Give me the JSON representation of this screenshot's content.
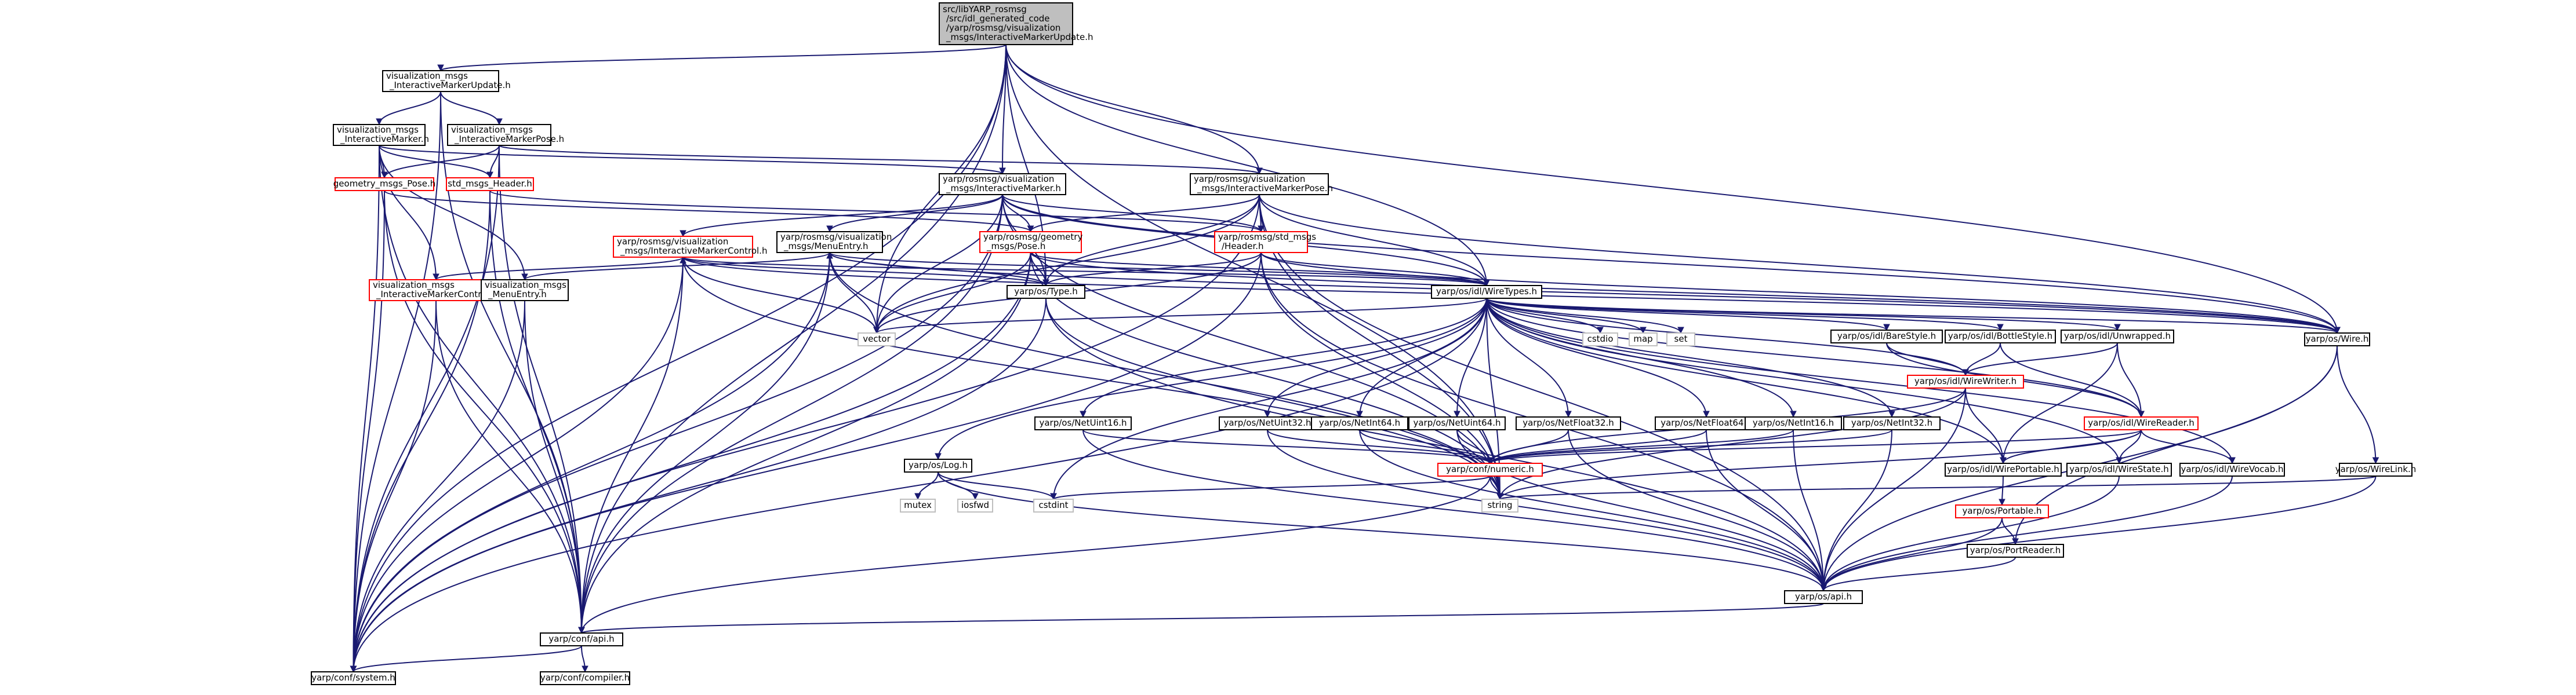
{
  "diagram": {
    "title": "",
    "nodes": [
      {
        "id": "root",
        "style": "root",
        "lines": [
          "src/libYARP_rosmsg",
          "/src/idl_generated_code",
          "/yarp/rosmsg/visualization",
          "_msgs/InteractiveMarkerUpdate.h"
        ]
      },
      {
        "id": "vm_imu",
        "style": "black",
        "lines": [
          "visualization_msgs",
          "_InteractiveMarkerUpdate.h"
        ]
      },
      {
        "id": "vm_im",
        "style": "black",
        "lines": [
          "visualization_msgs",
          "_InteractiveMarker.h"
        ]
      },
      {
        "id": "vm_imp",
        "style": "black",
        "lines": [
          "visualization_msgs",
          "_InteractiveMarkerPose.h"
        ]
      },
      {
        "id": "gm_pose",
        "style": "red",
        "lines": [
          "geometry_msgs_Pose.h"
        ]
      },
      {
        "id": "std_header",
        "style": "red",
        "lines": [
          "std_msgs_Header.h"
        ]
      },
      {
        "id": "yr_im",
        "style": "black",
        "lines": [
          "yarp/rosmsg/visualization",
          "_msgs/InteractiveMarker.h"
        ]
      },
      {
        "id": "yr_imp",
        "style": "black",
        "lines": [
          "yarp/rosmsg/visualization",
          "_msgs/InteractiveMarkerPose.h"
        ]
      },
      {
        "id": "yr_imc",
        "style": "red",
        "lines": [
          "yarp/rosmsg/visualization",
          "_msgs/InteractiveMarkerControl.h"
        ]
      },
      {
        "id": "yr_me",
        "style": "black",
        "lines": [
          "yarp/rosmsg/visualization",
          "_msgs/MenuEntry.h"
        ]
      },
      {
        "id": "yr_gpose",
        "style": "red",
        "lines": [
          "yarp/rosmsg/geometry",
          "_msgs/Pose.h"
        ]
      },
      {
        "id": "yr_header",
        "style": "red",
        "lines": [
          "yarp/rosmsg/std_msgs",
          "/Header.h"
        ]
      },
      {
        "id": "vm_imc",
        "style": "red",
        "lines": [
          "visualization_msgs",
          "_InteractiveMarkerControl.h"
        ]
      },
      {
        "id": "vm_me",
        "style": "black",
        "lines": [
          "visualization_msgs",
          "_MenuEntry.h"
        ]
      },
      {
        "id": "type",
        "style": "black",
        "lines": [
          "yarp/os/Type.h"
        ]
      },
      {
        "id": "wiretypes",
        "style": "black",
        "lines": [
          "yarp/os/idl/WireTypes.h"
        ]
      },
      {
        "id": "vector",
        "style": "gray",
        "lines": [
          "vector"
        ]
      },
      {
        "id": "cstdio",
        "style": "gray",
        "lines": [
          "cstdio"
        ]
      },
      {
        "id": "map",
        "style": "gray",
        "lines": [
          "map"
        ]
      },
      {
        "id": "set",
        "style": "gray",
        "lines": [
          "set"
        ]
      },
      {
        "id": "barestyle",
        "style": "black",
        "lines": [
          "yarp/os/idl/BareStyle.h"
        ]
      },
      {
        "id": "bottlestyle",
        "style": "black",
        "lines": [
          "yarp/os/idl/BottleStyle.h"
        ]
      },
      {
        "id": "unwrapped",
        "style": "black",
        "lines": [
          "yarp/os/idl/Unwrapped.h"
        ]
      },
      {
        "id": "wire",
        "style": "black",
        "lines": [
          "yarp/os/Wire.h"
        ]
      },
      {
        "id": "wirewriter",
        "style": "red",
        "lines": [
          "yarp/os/idl/WireWriter.h"
        ]
      },
      {
        "id": "wirereader",
        "style": "red",
        "lines": [
          "yarp/os/idl/WireReader.h"
        ]
      },
      {
        "id": "wireportable",
        "style": "black",
        "lines": [
          "yarp/os/idl/WirePortable.h"
        ]
      },
      {
        "id": "wirestate",
        "style": "black",
        "lines": [
          "yarp/os/idl/WireState.h"
        ]
      },
      {
        "id": "wirevocab",
        "style": "black",
        "lines": [
          "yarp/os/idl/WireVocab.h"
        ]
      },
      {
        "id": "wirelink",
        "style": "black",
        "lines": [
          "yarp/os/WireLink.h"
        ]
      },
      {
        "id": "portable",
        "style": "red",
        "lines": [
          "yarp/os/Portable.h"
        ]
      },
      {
        "id": "portreader",
        "style": "black",
        "lines": [
          "yarp/os/PortReader.h"
        ]
      },
      {
        "id": "netuint16",
        "style": "black",
        "lines": [
          "yarp/os/NetUint16.h"
        ]
      },
      {
        "id": "netuint32",
        "style": "black",
        "lines": [
          "yarp/os/NetUint32.h"
        ]
      },
      {
        "id": "netint64",
        "style": "black",
        "lines": [
          "yarp/os/NetInt64.h"
        ]
      },
      {
        "id": "netuint64",
        "style": "black",
        "lines": [
          "yarp/os/NetUint64.h"
        ]
      },
      {
        "id": "netfloat32",
        "style": "black",
        "lines": [
          "yarp/os/NetFloat32.h"
        ]
      },
      {
        "id": "netfloat64",
        "style": "black",
        "lines": [
          "yarp/os/NetFloat64.h"
        ]
      },
      {
        "id": "netint16",
        "style": "black",
        "lines": [
          "yarp/os/NetInt16.h"
        ]
      },
      {
        "id": "netint32",
        "style": "black",
        "lines": [
          "yarp/os/NetInt32.h"
        ]
      },
      {
        "id": "numeric",
        "style": "red",
        "lines": [
          "yarp/conf/numeric.h"
        ]
      },
      {
        "id": "log",
        "style": "black",
        "lines": [
          "yarp/os/Log.h"
        ]
      },
      {
        "id": "mutex",
        "style": "gray",
        "lines": [
          "mutex"
        ]
      },
      {
        "id": "iosfwd",
        "style": "gray",
        "lines": [
          "iosfwd"
        ]
      },
      {
        "id": "cstdint",
        "style": "gray",
        "lines": [
          "cstdint"
        ]
      },
      {
        "id": "string",
        "style": "gray",
        "lines": [
          "string"
        ]
      },
      {
        "id": "osapi",
        "style": "black",
        "lines": [
          "yarp/os/api.h"
        ]
      },
      {
        "id": "confapi",
        "style": "black",
        "lines": [
          "yarp/conf/api.h"
        ]
      },
      {
        "id": "system",
        "style": "black",
        "lines": [
          "yarp/conf/system.h"
        ]
      },
      {
        "id": "compiler",
        "style": "black",
        "lines": [
          "yarp/conf/compiler.h"
        ]
      }
    ],
    "edges": [
      [
        "root",
        "vm_imu"
      ],
      [
        "root",
        "yr_im"
      ],
      [
        "root",
        "yr_imp"
      ],
      [
        "root",
        "type"
      ],
      [
        "root",
        "wiretypes"
      ],
      [
        "root",
        "wire"
      ],
      [
        "root",
        "vector"
      ],
      [
        "root",
        "string"
      ],
      [
        "root",
        "confapi"
      ],
      [
        "root",
        "system"
      ],
      [
        "vm_imu",
        "vm_im"
      ],
      [
        "vm_imu",
        "vm_imp"
      ],
      [
        "vm_imu",
        "confapi"
      ],
      [
        "vm_imu",
        "system"
      ],
      [
        "vm_im",
        "gm_pose"
      ],
      [
        "vm_im",
        "std_header"
      ],
      [
        "vm_im",
        "vm_imc"
      ],
      [
        "vm_im",
        "vm_me"
      ],
      [
        "vm_im",
        "yr_im"
      ],
      [
        "vm_im",
        "confapi"
      ],
      [
        "vm_im",
        "system"
      ],
      [
        "vm_imp",
        "gm_pose"
      ],
      [
        "vm_imp",
        "std_header"
      ],
      [
        "vm_imp",
        "yr_imp"
      ],
      [
        "vm_imp",
        "confapi"
      ],
      [
        "vm_imp",
        "system"
      ],
      [
        "gm_pose",
        "yr_gpose"
      ],
      [
        "gm_pose",
        "confapi"
      ],
      [
        "gm_pose",
        "system"
      ],
      [
        "std_header",
        "yr_header"
      ],
      [
        "std_header",
        "confapi"
      ],
      [
        "std_header",
        "system"
      ],
      [
        "vm_imc",
        "yr_imc"
      ],
      [
        "vm_imc",
        "confapi"
      ],
      [
        "vm_imc",
        "system"
      ],
      [
        "vm_me",
        "yr_me"
      ],
      [
        "vm_me",
        "confapi"
      ],
      [
        "vm_me",
        "system"
      ],
      [
        "yr_im",
        "yr_imc"
      ],
      [
        "yr_im",
        "yr_me"
      ],
      [
        "yr_im",
        "yr_gpose"
      ],
      [
        "yr_im",
        "yr_header"
      ],
      [
        "yr_im",
        "type"
      ],
      [
        "yr_im",
        "wiretypes"
      ],
      [
        "yr_im",
        "wire"
      ],
      [
        "yr_im",
        "vector"
      ],
      [
        "yr_im",
        "string"
      ],
      [
        "yr_im",
        "confapi"
      ],
      [
        "yr_im",
        "system"
      ],
      [
        "yr_imp",
        "yr_gpose"
      ],
      [
        "yr_imp",
        "yr_header"
      ],
      [
        "yr_imp",
        "type"
      ],
      [
        "yr_imp",
        "wiretypes"
      ],
      [
        "yr_imp",
        "wire"
      ],
      [
        "yr_imp",
        "vector"
      ],
      [
        "yr_imp",
        "string"
      ],
      [
        "yr_imp",
        "osapi"
      ],
      [
        "yr_imp",
        "system"
      ],
      [
        "yr_imc",
        "type"
      ],
      [
        "yr_imc",
        "wiretypes"
      ],
      [
        "yr_imc",
        "wire"
      ],
      [
        "yr_imc",
        "vector"
      ],
      [
        "yr_imc",
        "string"
      ],
      [
        "yr_imc",
        "confapi"
      ],
      [
        "yr_imc",
        "system"
      ],
      [
        "yr_me",
        "type"
      ],
      [
        "yr_me",
        "wiretypes"
      ],
      [
        "yr_me",
        "wire"
      ],
      [
        "yr_me",
        "vector"
      ],
      [
        "yr_me",
        "string"
      ],
      [
        "yr_me",
        "confapi"
      ],
      [
        "yr_me",
        "system"
      ],
      [
        "yr_gpose",
        "type"
      ],
      [
        "yr_gpose",
        "wiretypes"
      ],
      [
        "yr_gpose",
        "wire"
      ],
      [
        "yr_gpose",
        "vector"
      ],
      [
        "yr_gpose",
        "string"
      ],
      [
        "yr_gpose",
        "confapi"
      ],
      [
        "yr_gpose",
        "system"
      ],
      [
        "yr_header",
        "type"
      ],
      [
        "yr_header",
        "wiretypes"
      ],
      [
        "yr_header",
        "wire"
      ],
      [
        "yr_header",
        "vector"
      ],
      [
        "yr_header",
        "string"
      ],
      [
        "yr_header",
        "osapi"
      ],
      [
        "yr_header",
        "system"
      ],
      [
        "type",
        "string"
      ],
      [
        "type",
        "osapi"
      ],
      [
        "type",
        "system"
      ],
      [
        "wiretypes",
        "vector"
      ],
      [
        "wiretypes",
        "cstdio"
      ],
      [
        "wiretypes",
        "map"
      ],
      [
        "wiretypes",
        "set"
      ],
      [
        "wiretypes",
        "barestyle"
      ],
      [
        "wiretypes",
        "bottlestyle"
      ],
      [
        "wiretypes",
        "unwrapped"
      ],
      [
        "wiretypes",
        "wire"
      ],
      [
        "wiretypes",
        "wirewriter"
      ],
      [
        "wiretypes",
        "wirereader"
      ],
      [
        "wiretypes",
        "wireportable"
      ],
      [
        "wiretypes",
        "wirestate"
      ],
      [
        "wiretypes",
        "wirevocab"
      ],
      [
        "wiretypes",
        "netuint16"
      ],
      [
        "wiretypes",
        "netuint32"
      ],
      [
        "wiretypes",
        "netint64"
      ],
      [
        "wiretypes",
        "netuint64"
      ],
      [
        "wiretypes",
        "netfloat32"
      ],
      [
        "wiretypes",
        "netfloat64"
      ],
      [
        "wiretypes",
        "netint16"
      ],
      [
        "wiretypes",
        "netint32"
      ],
      [
        "wiretypes",
        "log"
      ],
      [
        "wiretypes",
        "cstdint"
      ],
      [
        "wiretypes",
        "string"
      ],
      [
        "wiretypes",
        "system"
      ],
      [
        "barestyle",
        "wirewriter"
      ],
      [
        "barestyle",
        "wirereader"
      ],
      [
        "bottlestyle",
        "wirewriter"
      ],
      [
        "bottlestyle",
        "wirereader"
      ],
      [
        "unwrapped",
        "wirewriter"
      ],
      [
        "unwrapped",
        "wirereader"
      ],
      [
        "unwrapped",
        "wireportable"
      ],
      [
        "wire",
        "wirelink"
      ],
      [
        "wire",
        "portreader"
      ],
      [
        "wire",
        "osapi"
      ],
      [
        "wirelink",
        "string"
      ],
      [
        "wirelink",
        "osapi"
      ],
      [
        "wirewriter",
        "wireportable"
      ],
      [
        "wirewriter",
        "numeric"
      ],
      [
        "wirewriter",
        "string"
      ],
      [
        "wirewriter",
        "osapi"
      ],
      [
        "wirereader",
        "wireportable"
      ],
      [
        "wirereader",
        "wirestate"
      ],
      [
        "wirereader",
        "wirevocab"
      ],
      [
        "wirereader",
        "numeric"
      ],
      [
        "wirereader",
        "string"
      ],
      [
        "wireportable",
        "portable"
      ],
      [
        "wirestate",
        "osapi"
      ],
      [
        "wirevocab",
        "osapi"
      ],
      [
        "portable",
        "portreader"
      ],
      [
        "portable",
        "osapi"
      ],
      [
        "portreader",
        "osapi"
      ],
      [
        "netuint16",
        "numeric"
      ],
      [
        "netuint16",
        "osapi"
      ],
      [
        "netuint32",
        "numeric"
      ],
      [
        "netuint32",
        "osapi"
      ],
      [
        "netint64",
        "numeric"
      ],
      [
        "netint64",
        "osapi"
      ],
      [
        "netuint64",
        "numeric"
      ],
      [
        "netuint64",
        "osapi"
      ],
      [
        "netfloat32",
        "numeric"
      ],
      [
        "netfloat32",
        "osapi"
      ],
      [
        "netfloat64",
        "numeric"
      ],
      [
        "netfloat64",
        "osapi"
      ],
      [
        "netint16",
        "numeric"
      ],
      [
        "netint16",
        "osapi"
      ],
      [
        "netint32",
        "numeric"
      ],
      [
        "netint32",
        "osapi"
      ],
      [
        "numeric",
        "cstdint"
      ],
      [
        "numeric",
        "string"
      ],
      [
        "numeric",
        "confapi"
      ],
      [
        "log",
        "mutex"
      ],
      [
        "log",
        "iosfwd"
      ],
      [
        "log",
        "cstdint"
      ],
      [
        "log",
        "osapi"
      ],
      [
        "osapi",
        "confapi"
      ],
      [
        "confapi",
        "system"
      ],
      [
        "confapi",
        "compiler"
      ]
    ]
  }
}
